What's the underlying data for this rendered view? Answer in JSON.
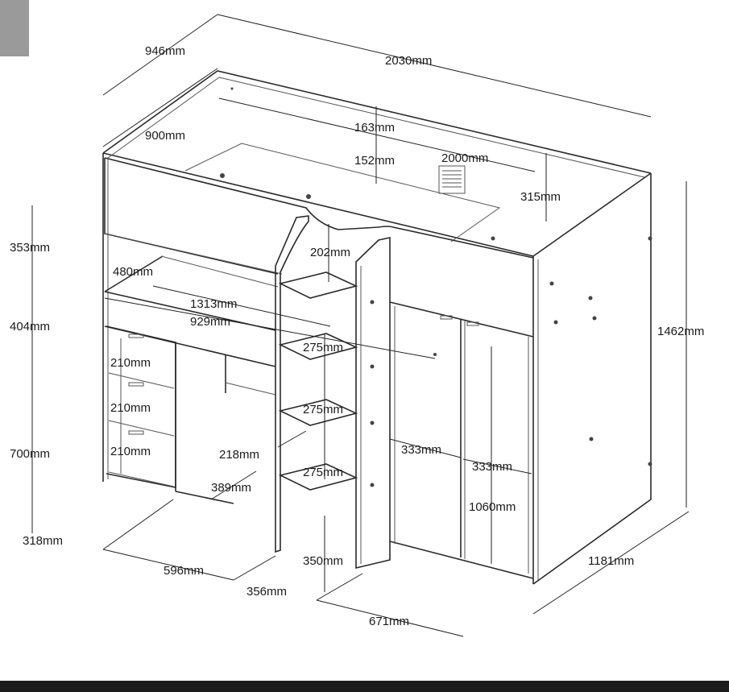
{
  "dimensions": {
    "d946": "946mm",
    "d2030": "2030mm",
    "d900": "900mm",
    "d163": "163mm",
    "d152": "152mm",
    "d2000": "2000mm",
    "d315": "315mm",
    "d353": "353mm",
    "d202": "202mm",
    "d480": "480mm",
    "d1313": "1313mm",
    "d929": "929mm",
    "d404": "404mm",
    "d1462": "1462mm",
    "d275a": "275mm",
    "d210a": "210mm",
    "d210b": "210mm",
    "d275b": "275mm",
    "d210c": "210mm",
    "d333a": "333mm",
    "d333b": "333mm",
    "d700": "700mm",
    "d218": "218mm",
    "d275c": "275mm",
    "d389": "389mm",
    "d1060": "1060mm",
    "d318": "318mm",
    "d350": "350mm",
    "d1181": "1181mm",
    "d596": "596mm",
    "d356": "356mm",
    "d671": "671mm"
  },
  "colors": {
    "line": "#2a2a2a",
    "background": "#ffffff",
    "corner_tab": "#9a9a9a",
    "bottom_bar": "#1c1c1c"
  }
}
